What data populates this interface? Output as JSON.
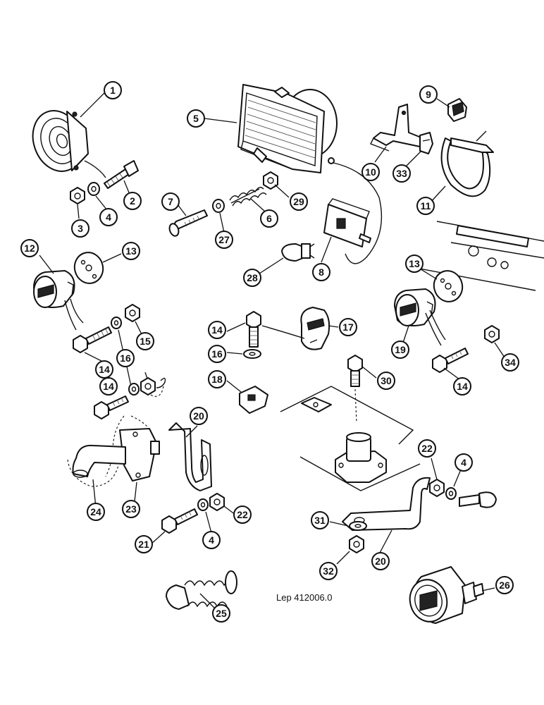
{
  "drawing_reference": "Lep 412006.0",
  "callouts": {
    "c1": "1",
    "c2": "2",
    "c3": "3",
    "c4a": "4",
    "c5": "5",
    "c6": "6",
    "c7": "7",
    "c8": "8",
    "c9": "9",
    "c10": "10",
    "c11": "11",
    "c12": "12",
    "c13a": "13",
    "c13b": "13",
    "c14a": "14",
    "c14b": "14",
    "c14c": "14",
    "c14d": "14",
    "c15": "15",
    "c16a": "16",
    "c16b": "16",
    "c17": "17",
    "c18": "18",
    "c19": "19",
    "c20a": "20",
    "c20b": "20",
    "c21": "21",
    "c22a": "22",
    "c22b": "22",
    "c23": "23",
    "c24": "24",
    "c25": "25",
    "c26": "26",
    "c27": "27",
    "c28": "28",
    "c29": "29",
    "c30": "30",
    "c31": "31",
    "c32": "32",
    "c33": "33",
    "c34": "34",
    "c4b": "4",
    "c4c": "4"
  }
}
